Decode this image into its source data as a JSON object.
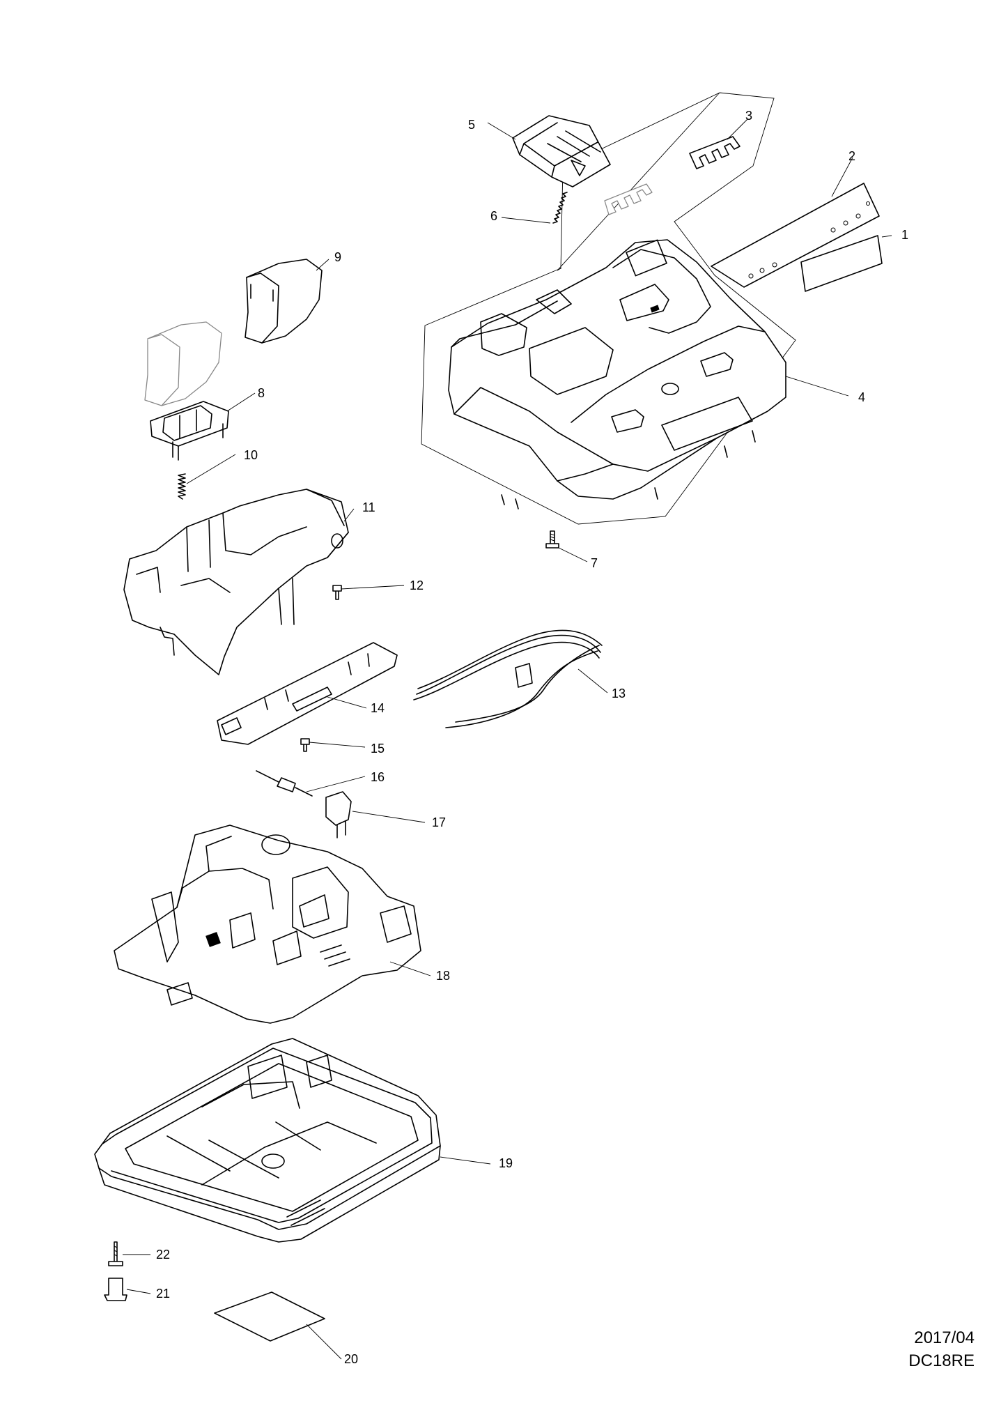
{
  "footer": {
    "date": "2017/04",
    "model": "DC18RE"
  },
  "callouts": [
    "1",
    "2",
    "3",
    "4",
    "5",
    "6",
    "7",
    "8",
    "9",
    "10",
    "11",
    "12",
    "13",
    "14",
    "15",
    "16",
    "17",
    "18",
    "19",
    "20",
    "21",
    "22"
  ]
}
